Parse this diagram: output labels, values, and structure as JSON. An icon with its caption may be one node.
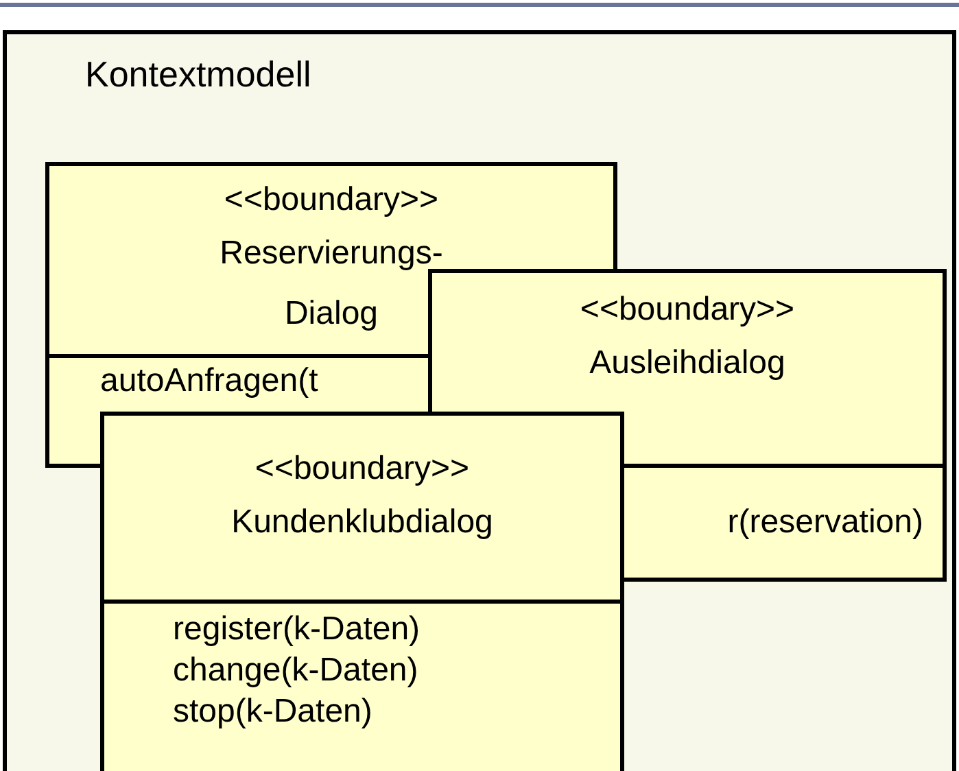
{
  "diagram": {
    "nodes": [
      {
        "text": [
          "Kontextmodell"
        ]
      },
      {
        "text": [
          "<<boundary>>",
          "Reservierungs- Dialog",
          "autoAnfragen(t"
        ],
        "in": 0
      },
      {
        "text": [
          "<<boundary>>",
          "Ausleihdialog",
          "r(reservation)"
        ],
        "in": 0
      },
      {
        "text": [
          "<<boundary>>",
          "Kundenklubdialog",
          "register(k-Daten)",
          "change(k-Daten)",
          "stop(k-Daten)"
        ],
        "in": 0
      }
    ]
  }
}
